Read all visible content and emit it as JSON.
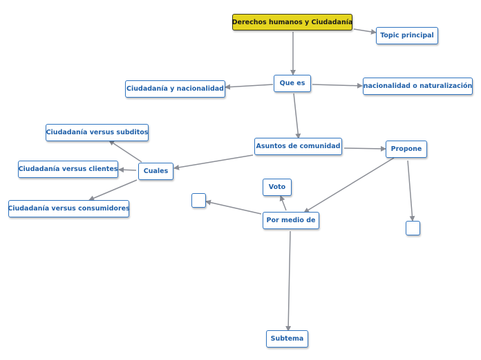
{
  "nodes": {
    "root": "Derechos humanos y Ciudadanía",
    "topic": "Topic principal",
    "quees": "Que es",
    "ciudnac": "Ciudadanía y nacionalidad",
    "nacnat": "nacionalidad o naturalización",
    "asuntos": "Asuntos de comunidad",
    "propone": "Propone",
    "cuales": "Cuales",
    "subditos": "Ciudadanía versus subditos",
    "clientes": "Ciudadanía versus clientes",
    "consumidores": "Ciudadanía versus consumidores",
    "voto": "Voto",
    "blank1": "",
    "pormedio": "Por medio de",
    "blank2": "",
    "subtema": "Subtema"
  },
  "colors": {
    "root_fill": "#e5d51f",
    "node_border": "#2f74c0",
    "node_text": "#1f5fa8",
    "edge": "#8a8d95"
  }
}
